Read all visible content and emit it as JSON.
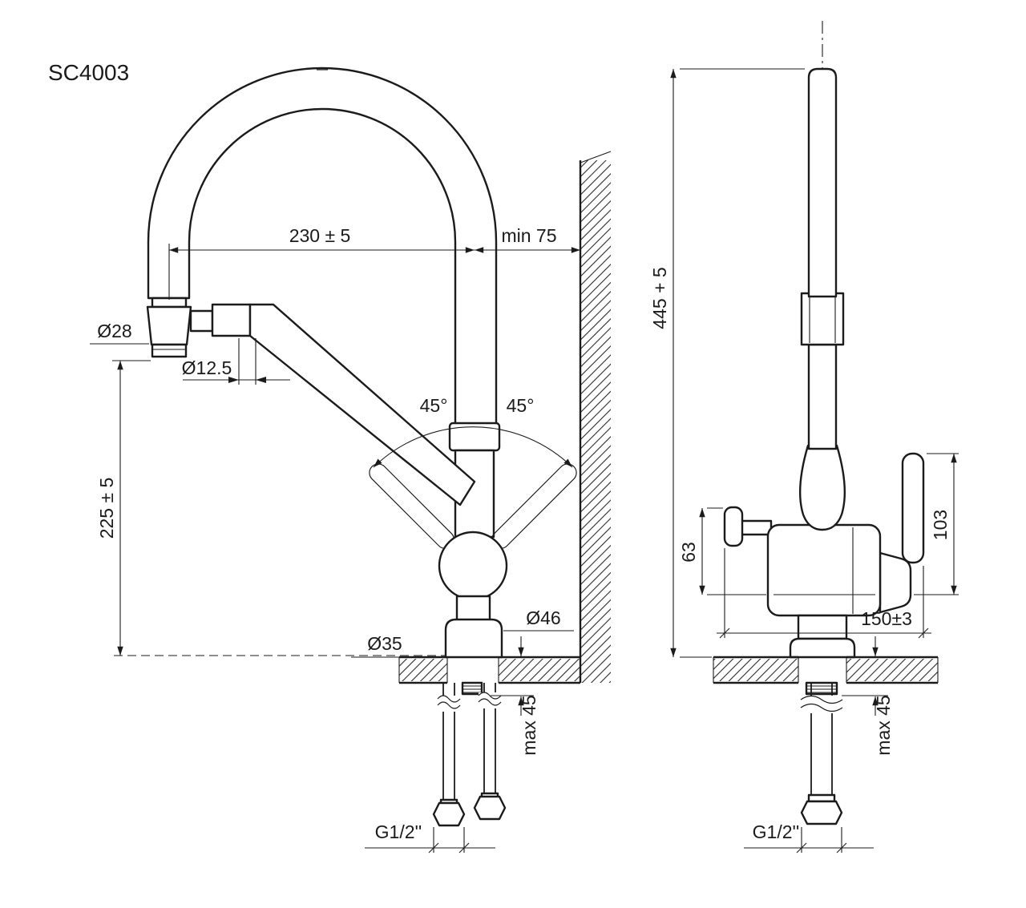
{
  "drawing": {
    "model": "SC4003",
    "front": {
      "reach": "230 ± 5",
      "min_wall": "min 75",
      "spray_dia": "Ø28",
      "hose_dia": "Ø12.5",
      "angle_left": "45°",
      "angle_right": "45°",
      "outlet_height": "225 ± 5",
      "base_dia": "Ø46",
      "hole_dia": "Ø35",
      "max_counter": "max 45",
      "thread": "G1/2''"
    },
    "side": {
      "total_height": "445 + 5",
      "left_handle": "63",
      "right_handle": "103",
      "spread": "150±3",
      "max_counter": "max 45",
      "thread": "G1/2''"
    }
  }
}
